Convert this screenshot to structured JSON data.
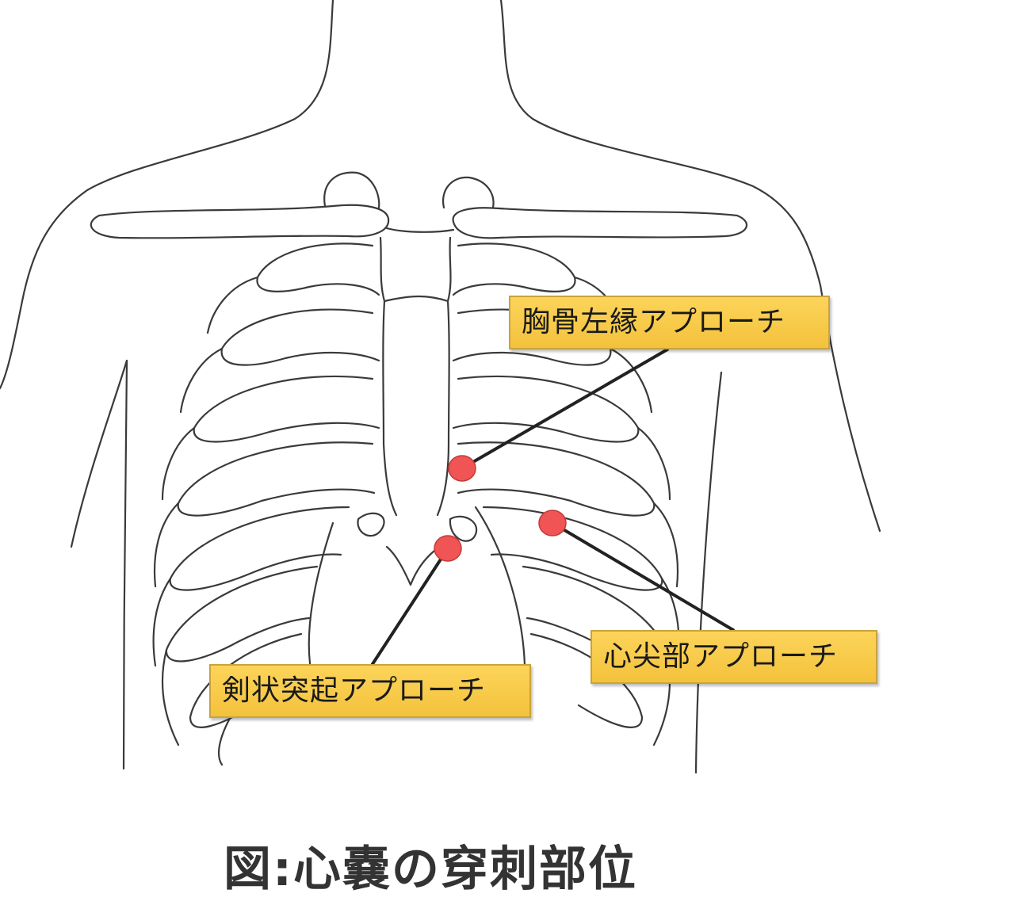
{
  "labels": {
    "sternal_left": "胸骨左縁アプローチ",
    "apical": "心尖部アプローチ",
    "xiphoid": "剣状突起アプローチ"
  },
  "caption": "図:心嚢の穿刺部位",
  "colors": {
    "puncture_point": "#f05454",
    "label_fill": "#f7c842",
    "line": "#222222",
    "drawing": "#3a3a3a"
  }
}
